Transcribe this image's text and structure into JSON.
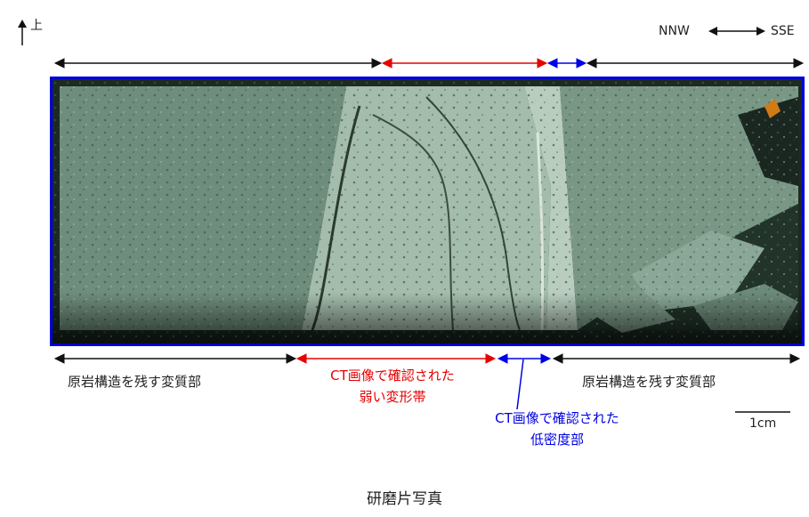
{
  "up_label": "上",
  "direction": {
    "left": "NNW",
    "right": "SSE"
  },
  "labels": {
    "left_zone": "原岩構造を残す変質部",
    "weak_zone_line1": "CT画像で確認された",
    "weak_zone_line2": "弱い変形帯",
    "low_density_line1": "CT画像で確認された",
    "low_density_line2": "低密度部",
    "right_zone": "原岩構造を残す変質部"
  },
  "scale_label": "1cm",
  "caption": "研磨片写真",
  "colors": {
    "frame": "#0000d8",
    "weak_zone": "#e60000",
    "low_density": "#0000e6",
    "arrow_default": "#111111"
  }
}
